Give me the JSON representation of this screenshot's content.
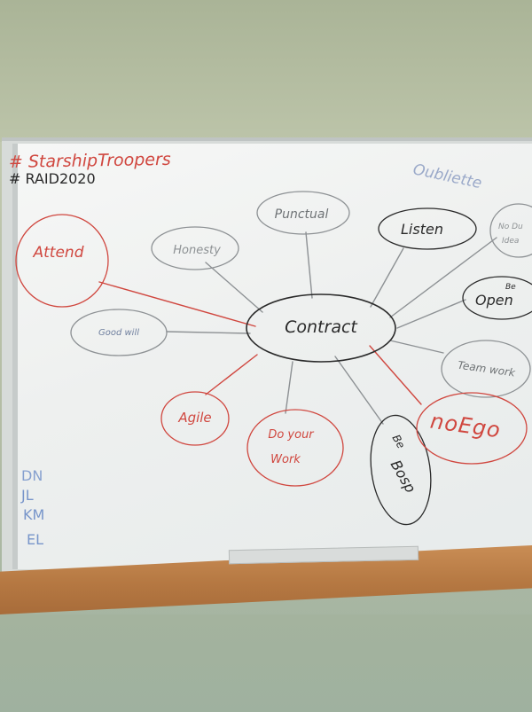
{
  "whiteboard": {
    "header_line1": "# StarshipTroopers",
    "header_line2": "# RAID2020",
    "corner_note": "Oubliette",
    "center": "Contract",
    "nodes": {
      "attend": "Attend",
      "honesty": "Honesty",
      "punctual": "Punctual",
      "listen": "Listen",
      "no_dumb_line1": "No Du",
      "no_dumb_line2": "Idea",
      "be_open_small": "Be",
      "be_open": "Open",
      "goodwill": "Good will",
      "team_work": "Team work",
      "agile": "Agile",
      "do_your_work_line1": "Do your",
      "do_your_work_line2": "Work",
      "be_bosp_line1": "Be",
      "be_bosp_line2": "Bosp",
      "no_ego": "noEgo"
    },
    "initials": [
      "DN",
      "JL",
      "KM",
      "EL"
    ]
  },
  "colors": {
    "red_marker": "#d0473f",
    "black_marker": "#2a2a2a",
    "blue_marker": "#5b7fc2",
    "light_marker": "#8d9194"
  }
}
